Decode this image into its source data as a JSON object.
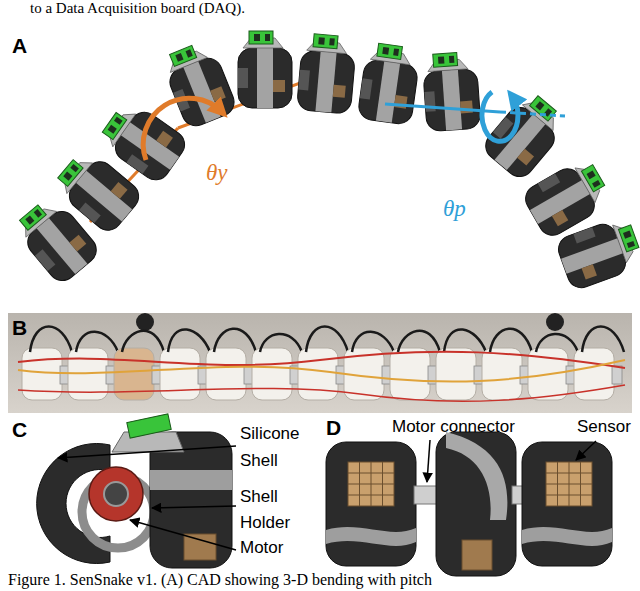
{
  "diagram": {
    "caption": "Figure 1. SenSnake v1. (A) CAD showing 3-D bending with pitch",
    "labels": [
      "to a Data Acquisition board (DAQ).",
      "A",
      "θy",
      "θp",
      "B",
      "C",
      "D",
      "Silicone Shell",
      "Shell Holder",
      "Motor",
      "Motor connector",
      "Sensor"
    ]
  }
}
